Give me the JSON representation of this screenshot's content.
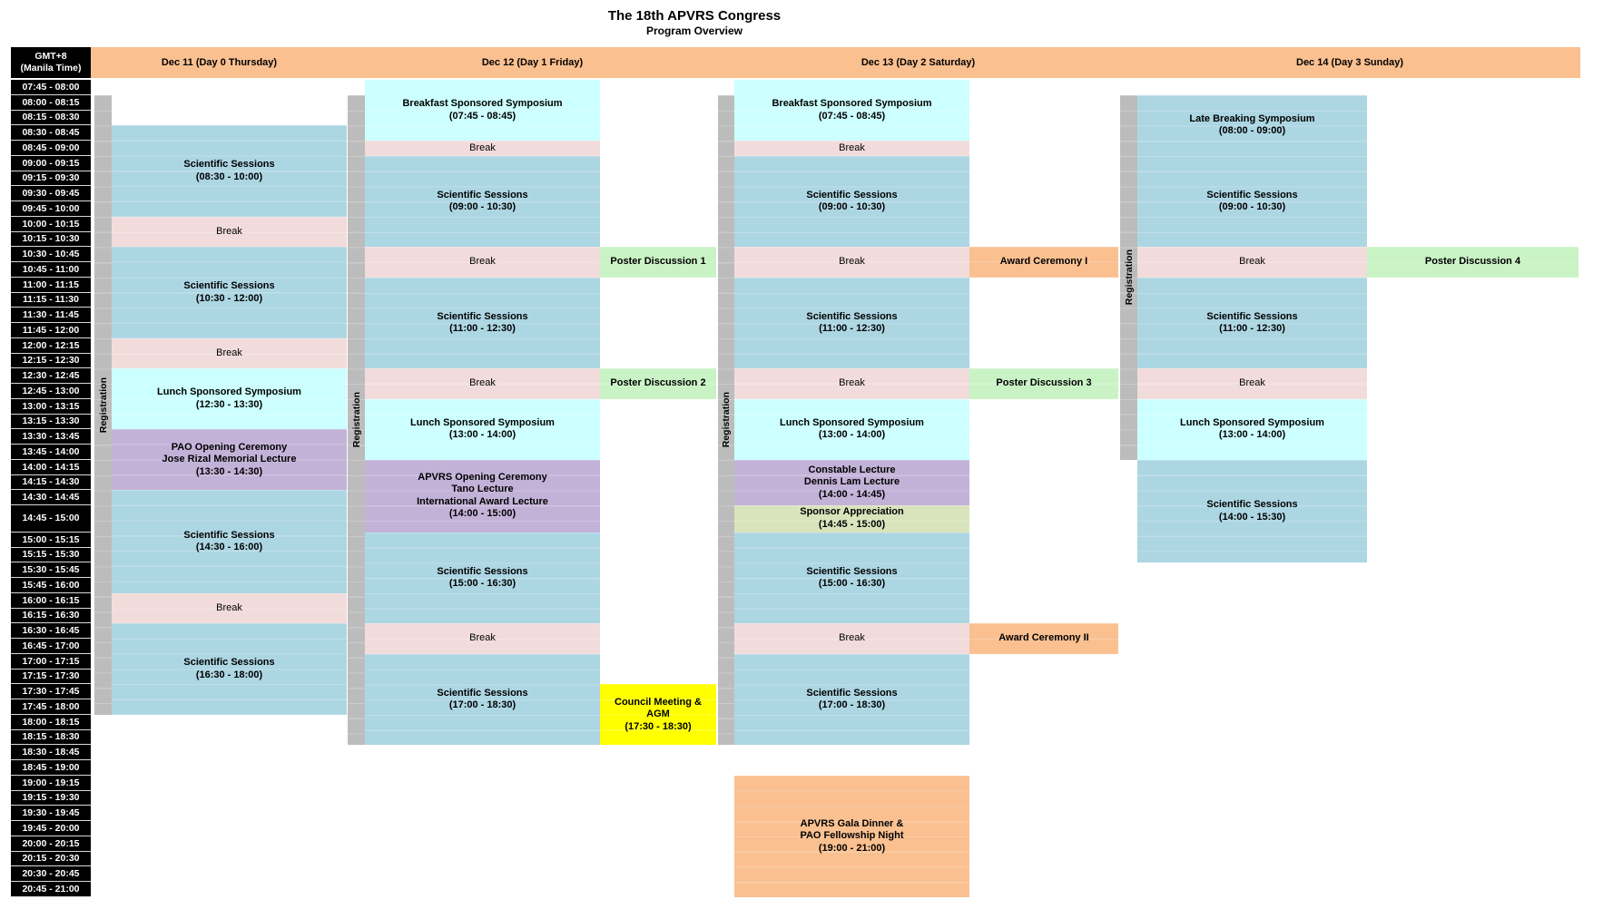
{
  "title": {
    "line1": "The 18th APVRS Congress",
    "line2": "Program Overview"
  },
  "timezone": {
    "line1": "GMT+8",
    "line2": "(Manila Time)"
  },
  "registration_label": "Registration",
  "colors": {
    "band_orange": "#FAC090",
    "session_blue": "#ADD6E3",
    "break_pink": "#F2DCDB",
    "symposium_cyan": "#CCFFFF",
    "lecture_purple": "#C3B2D8",
    "poster_green": "#C9F3C5",
    "sponsor_olive": "#D9E4BC",
    "council_yellow": "#FFFF00",
    "award_orange": "#FAC090",
    "registration_gray": "#BCBCBC",
    "time_black": "#000000"
  },
  "time_rows": [
    "07:45 - 08:00",
    "08:00 - 08:15",
    "08:15 - 08:30",
    "08:30 - 08:45",
    "08:45 - 09:00",
    "09:00 - 09:15",
    "09:15 - 09:30",
    "09:30 - 09:45",
    "09:45 - 10:00",
    "10:00 - 10:15",
    "10:15 - 10:30",
    "10:30 - 10:45",
    "10:45 - 11:00",
    "11:00 - 11:15",
    "11:15 - 11:30",
    "11:30 - 11:45",
    "11:45 - 12:00",
    "12:00 - 12:15",
    "12:15 - 12:30",
    "12:30 - 12:45",
    "12:45 - 13:00",
    "13:00 - 13:15",
    "13:15 - 13:30",
    "13:30 - 13:45",
    "13:45 - 14:00",
    "14:00 - 14:15",
    "14:15 - 14:30",
    "14:30 - 14:45",
    "14:45 - 15:00",
    "15:00 - 15:15",
    "15:15 - 15:30",
    "15:30 - 15:45",
    "15:45 - 16:00",
    "16:00 - 16:15",
    "16:15 - 16:30",
    "16:30 - 16:45",
    "16:45 - 17:00",
    "17:00 - 17:15",
    "17:15 - 17:30",
    "17:30 - 17:45",
    "17:45 - 18:00",
    "18:00 - 18:15",
    "18:15 - 18:30",
    "18:30 - 18:45",
    "18:45 - 19:00",
    "19:00 - 19:15",
    "19:15 - 19:30",
    "19:30 - 19:45",
    "19:45 - 20:00",
    "20:00 - 20:15",
    "20:15 - 20:30",
    "20:30 - 20:45",
    "20:45 - 21:00"
  ],
  "days": [
    {
      "label": "Dec 11 (Day 0 Thursday)",
      "registration": {
        "start": "08:00",
        "end": "18:00"
      },
      "events": [
        {
          "col": "main",
          "start": "08:30",
          "end": "10:00",
          "color": "session_blue",
          "lines": [
            "Scientific Sessions",
            "(08:30 - 10:00)"
          ]
        },
        {
          "col": "main",
          "start": "10:00",
          "end": "10:30",
          "color": "break_pink",
          "bold": false,
          "lines": [
            "Break"
          ]
        },
        {
          "col": "main",
          "start": "10:30",
          "end": "12:00",
          "color": "session_blue",
          "lines": [
            "Scientific Sessions",
            "(10:30 - 12:00)"
          ]
        },
        {
          "col": "main",
          "start": "12:00",
          "end": "12:30",
          "color": "break_pink",
          "bold": false,
          "lines": [
            "Break"
          ]
        },
        {
          "col": "main",
          "start": "12:30",
          "end": "13:30",
          "color": "symposium_cyan",
          "lines": [
            "Lunch Sponsored Symposium",
            "(12:30 - 13:30)"
          ]
        },
        {
          "col": "main",
          "start": "13:30",
          "end": "14:30",
          "color": "lecture_purple",
          "lines": [
            "PAO Opening Ceremony",
            "Jose Rizal Memorial Lecture",
            "(13:30 - 14:30)"
          ]
        },
        {
          "col": "main",
          "start": "14:30",
          "end": "16:00",
          "color": "session_blue",
          "lines": [
            "Scientific Sessions",
            "(14:30 - 16:00)"
          ]
        },
        {
          "col": "main",
          "start": "16:00",
          "end": "16:30",
          "color": "break_pink",
          "bold": false,
          "lines": [
            "Break"
          ]
        },
        {
          "col": "main",
          "start": "16:30",
          "end": "18:00",
          "color": "session_blue",
          "lines": [
            "Scientific Sessions",
            "(16:30 - 18:00)"
          ]
        }
      ]
    },
    {
      "label": "Dec 12 (Day 1 Friday)",
      "registration": {
        "start": "08:00",
        "end": "18:30"
      },
      "events": [
        {
          "col": "main",
          "start": "07:45",
          "end": "08:45",
          "color": "symposium_cyan",
          "lines": [
            "Breakfast Sponsored Symposium",
            "(07:45 - 08:45)"
          ]
        },
        {
          "col": "main",
          "start": "08:45",
          "end": "09:00",
          "color": "break_pink",
          "bold": false,
          "lines": [
            "Break"
          ]
        },
        {
          "col": "main",
          "start": "09:00",
          "end": "10:30",
          "color": "session_blue",
          "lines": [
            "Scientific Sessions",
            "(09:00 - 10:30)"
          ]
        },
        {
          "col": "main",
          "start": "10:30",
          "end": "11:00",
          "color": "break_pink",
          "bold": false,
          "lines": [
            "Break"
          ]
        },
        {
          "col": "side",
          "start": "10:30",
          "end": "11:00",
          "color": "poster_green",
          "lines": [
            "Poster Discussion 1"
          ]
        },
        {
          "col": "main",
          "start": "11:00",
          "end": "12:30",
          "color": "session_blue",
          "lines": [
            "Scientific Sessions",
            "(11:00 - 12:30)"
          ]
        },
        {
          "col": "main",
          "start": "12:30",
          "end": "13:00",
          "color": "break_pink",
          "bold": false,
          "lines": [
            "Break"
          ]
        },
        {
          "col": "side",
          "start": "12:30",
          "end": "13:00",
          "color": "poster_green",
          "lines": [
            "Poster Discussion 2"
          ]
        },
        {
          "col": "main",
          "start": "13:00",
          "end": "14:00",
          "color": "symposium_cyan",
          "lines": [
            "Lunch Sponsored Symposium",
            "(13:00 - 14:00)"
          ]
        },
        {
          "col": "main",
          "start": "14:00",
          "end": "15:00",
          "color": "lecture_purple",
          "lines": [
            "APVRS Opening Ceremony",
            "Tano Lecture",
            "International Award Lecture",
            "(14:00 - 15:00)"
          ]
        },
        {
          "col": "main",
          "start": "15:00",
          "end": "16:30",
          "color": "session_blue",
          "lines": [
            "Scientific Sessions",
            "(15:00 - 16:30)"
          ]
        },
        {
          "col": "main",
          "start": "16:30",
          "end": "17:00",
          "color": "break_pink",
          "bold": false,
          "lines": [
            "Break"
          ]
        },
        {
          "col": "main",
          "start": "17:00",
          "end": "18:30",
          "color": "session_blue",
          "lines": [
            "Scientific Sessions",
            "(17:00 - 18:30)"
          ]
        },
        {
          "col": "side",
          "start": "17:30",
          "end": "18:30",
          "color": "council_yellow",
          "lines": [
            "Council Meeting &",
            "AGM",
            "(17:30 - 18:30)"
          ]
        }
      ]
    },
    {
      "label": "Dec 13 (Day 2 Saturday)",
      "registration": {
        "start": "08:00",
        "end": "18:30"
      },
      "events": [
        {
          "col": "main",
          "start": "07:45",
          "end": "08:45",
          "color": "symposium_cyan",
          "lines": [
            "Breakfast Sponsored Symposium",
            "(07:45 - 08:45)"
          ]
        },
        {
          "col": "main",
          "start": "08:45",
          "end": "09:00",
          "color": "break_pink",
          "bold": false,
          "lines": [
            "Break"
          ]
        },
        {
          "col": "main",
          "start": "09:00",
          "end": "10:30",
          "color": "session_blue",
          "lines": [
            "Scientific Sessions",
            "(09:00 - 10:30)"
          ]
        },
        {
          "col": "main",
          "start": "10:30",
          "end": "11:00",
          "color": "break_pink",
          "bold": false,
          "lines": [
            "Break"
          ]
        },
        {
          "col": "side",
          "start": "10:30",
          "end": "11:00",
          "color": "award_orange",
          "lines": [
            "Award Ceremony I"
          ]
        },
        {
          "col": "main",
          "start": "11:00",
          "end": "12:30",
          "color": "session_blue",
          "lines": [
            "Scientific Sessions",
            "(11:00 - 12:30)"
          ]
        },
        {
          "col": "main",
          "start": "12:30",
          "end": "13:00",
          "color": "break_pink",
          "bold": false,
          "lines": [
            "Break"
          ]
        },
        {
          "col": "side",
          "start": "12:30",
          "end": "13:00",
          "color": "poster_green",
          "lines": [
            "Poster Discussion 3"
          ]
        },
        {
          "col": "main",
          "start": "13:00",
          "end": "14:00",
          "color": "symposium_cyan",
          "lines": [
            "Lunch Sponsored Symposium",
            "(13:00 - 14:00)"
          ]
        },
        {
          "col": "main",
          "start": "14:00",
          "end": "14:45",
          "color": "lecture_purple",
          "lines": [
            "Constable Lecture",
            "Dennis Lam Lecture",
            "(14:00 - 14:45)"
          ]
        },
        {
          "col": "main",
          "start": "14:45",
          "end": "15:00",
          "color": "sponsor_olive",
          "lines": [
            "Sponsor Appreciation",
            "(14:45 - 15:00)"
          ]
        },
        {
          "col": "main",
          "start": "15:00",
          "end": "16:30",
          "color": "session_blue",
          "lines": [
            "Scientific Sessions",
            "(15:00 - 16:30)"
          ]
        },
        {
          "col": "main",
          "start": "16:30",
          "end": "17:00",
          "color": "break_pink",
          "bold": false,
          "lines": [
            "Break"
          ]
        },
        {
          "col": "side",
          "start": "16:30",
          "end": "17:00",
          "color": "award_orange",
          "lines": [
            "Award Ceremony II"
          ]
        },
        {
          "col": "main",
          "start": "17:00",
          "end": "18:30",
          "color": "session_blue",
          "lines": [
            "Scientific Sessions",
            "(17:00 - 18:30)"
          ]
        },
        {
          "col": "main",
          "start": "19:00",
          "end": "21:00",
          "color": "award_orange",
          "lines": [
            "APVRS Gala Dinner &",
            "PAO Fellowship Night",
            "(19:00 - 21:00)"
          ]
        }
      ]
    },
    {
      "label": "Dec 14 (Day 3 Sunday)",
      "registration": {
        "start": "08:00",
        "end": "14:00"
      },
      "events": [
        {
          "col": "main",
          "start": "08:00",
          "end": "09:00",
          "color": "session_blue",
          "lines": [
            "Late Breaking Symposium",
            "(08:00 - 09:00)"
          ]
        },
        {
          "col": "main",
          "start": "09:00",
          "end": "10:30",
          "color": "session_blue",
          "lines": [
            "Scientific Sessions",
            "(09:00 - 10:30)"
          ]
        },
        {
          "col": "main",
          "start": "10:30",
          "end": "11:00",
          "color": "break_pink",
          "bold": false,
          "lines": [
            "Break"
          ]
        },
        {
          "col": "side",
          "start": "10:30",
          "end": "11:00",
          "color": "poster_green",
          "lines": [
            "Poster Discussion 4"
          ]
        },
        {
          "col": "main",
          "start": "11:00",
          "end": "12:30",
          "color": "session_blue",
          "lines": [
            "Scientific Sessions",
            "(11:00 - 12:30)"
          ]
        },
        {
          "col": "main",
          "start": "12:30",
          "end": "13:00",
          "color": "break_pink",
          "bold": false,
          "lines": [
            "Break"
          ]
        },
        {
          "col": "main",
          "start": "13:00",
          "end": "14:00",
          "color": "symposium_cyan",
          "lines": [
            "Lunch Sponsored Symposium",
            "(13:00 - 14:00)"
          ]
        },
        {
          "col": "main",
          "start": "14:00",
          "end": "15:30",
          "color": "session_blue",
          "lines": [
            "Scientific Sessions",
            "(14:00 - 15:30)"
          ]
        }
      ]
    }
  ]
}
